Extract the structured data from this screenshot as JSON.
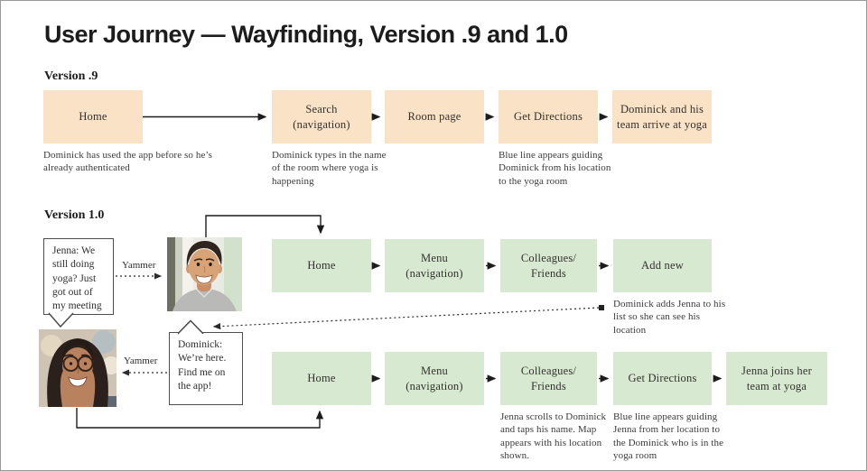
{
  "title": "User Journey — Wayfinding, Version .9 and 1.0",
  "colors": {
    "v09_box": "#f9e2c6",
    "v10_box": "#d7e9d1",
    "line": "#1c1c1c",
    "border": "#999999"
  },
  "v09": {
    "heading": "Version .9",
    "nodes": [
      {
        "label": "Home",
        "note": "Dominick has used the app before so he’s already authenticated"
      },
      {
        "label": "Search\n(navigation)",
        "note": "Dominick types in the name of the room where yoga is happening"
      },
      {
        "label": "Room page"
      },
      {
        "label": "Get Directions",
        "note": "Blue line appears guiding Dominick from his location to the yoga room"
      },
      {
        "label": "Dominick and his\nteam arrive at yoga"
      }
    ]
  },
  "v10": {
    "heading": "Version 1.0",
    "yammer": "Yammer",
    "jenna_message": "Jenna: We\nstill doing\nyoga? Just\ngot out of\nmy meeting",
    "dominick_message": "Dominick:\nWe’re here.\nFind me on\nthe app!",
    "rowA": [
      {
        "label": "Home"
      },
      {
        "label": "Menu\n(navigation)"
      },
      {
        "label": "Colleagues/\nFriends"
      },
      {
        "label": "Add new",
        "note": "Dominick adds Jenna to his list so she can see his location"
      }
    ],
    "rowB": [
      {
        "label": "Home"
      },
      {
        "label": "Menu\n(navigation)"
      },
      {
        "label": "Colleagues/\nFriends",
        "note": "Jenna scrolls to Dominick and taps his name. Map appears with his location shown."
      },
      {
        "label": "Get Directions",
        "note": "Blue line appears guiding Jenna from her location to the Dominick who is in the yoga room"
      },
      {
        "label": "Jenna joins her\nteam at yoga"
      }
    ]
  }
}
